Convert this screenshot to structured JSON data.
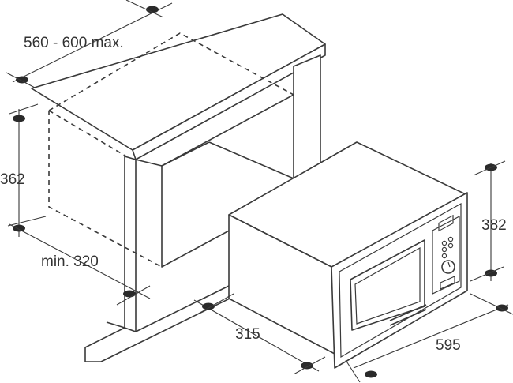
{
  "dimensions": {
    "depth_range": "560 - 600 max.",
    "cavity_height": "362",
    "cavity_min_width": "min. 320",
    "oven_depth": "315",
    "oven_width": "595",
    "oven_height": "382"
  },
  "colors": {
    "stroke": "#3a3a3a",
    "background": "#ffffff"
  }
}
